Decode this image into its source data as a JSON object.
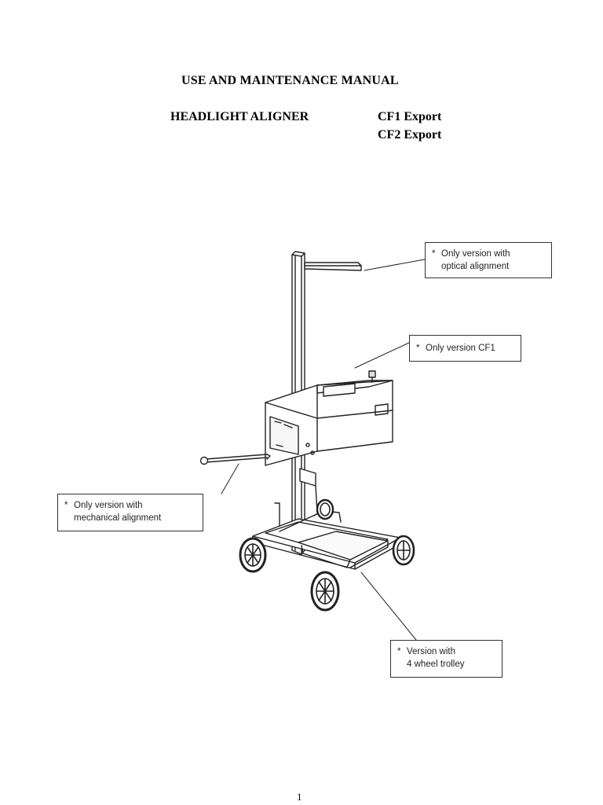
{
  "document": {
    "title": "USE AND MAINTENANCE MANUAL",
    "product_name": "HEADLIGHT ALIGNER",
    "models": [
      "CF1 Export",
      "CF2 Export"
    ],
    "page_number": "1"
  },
  "callouts": {
    "optical": {
      "marker": "*",
      "line1": "Only version with",
      "line2": "optical alignment"
    },
    "cf1": {
      "marker": "*",
      "line1": "Only version CF1"
    },
    "mechanical": {
      "marker": "*",
      "line1": "Only version with",
      "line2": "mechanical alignment"
    },
    "trolley": {
      "marker": "*",
      "line1": "Version with",
      "line2": "4 wheel trolley"
    }
  }
}
